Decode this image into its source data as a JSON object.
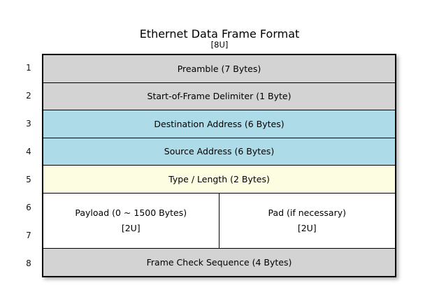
{
  "diagram": {
    "title": "Ethernet Data Frame Format",
    "subtitle": "[8U]",
    "colors": {
      "gray": "#d3d3d3",
      "blue": "#addbe8",
      "yellow": "#fdfde2",
      "white": "#ffffff",
      "border": "#000000",
      "background": "#ffffff"
    },
    "row_numbers": [
      "1",
      "2",
      "3",
      "4",
      "5",
      "6",
      "7",
      "8"
    ],
    "rows": [
      {
        "number": "1",
        "label": "Preamble (7 Bytes)",
        "fill": "gray"
      },
      {
        "number": "2",
        "label": "Start-of-Frame Delimiter (1 Byte)",
        "fill": "gray"
      },
      {
        "number": "3",
        "label": "Destination Address (6 Bytes)",
        "fill": "blue"
      },
      {
        "number": "4",
        "label": "Source Address (6 Bytes)",
        "fill": "blue"
      },
      {
        "number": "5",
        "label": "Type / Length (2 Bytes)",
        "fill": "yellow"
      },
      {
        "number": "6-7",
        "fill": "white",
        "split": true,
        "left": {
          "label": "Payload (0 ~ 1500 Bytes)",
          "sub": "[2U]"
        },
        "right": {
          "label": "Pad (if necessary)",
          "sub": "[2U]"
        }
      },
      {
        "number": "8",
        "label": "Frame Check Sequence (4 Bytes)",
        "fill": "gray"
      }
    ]
  }
}
